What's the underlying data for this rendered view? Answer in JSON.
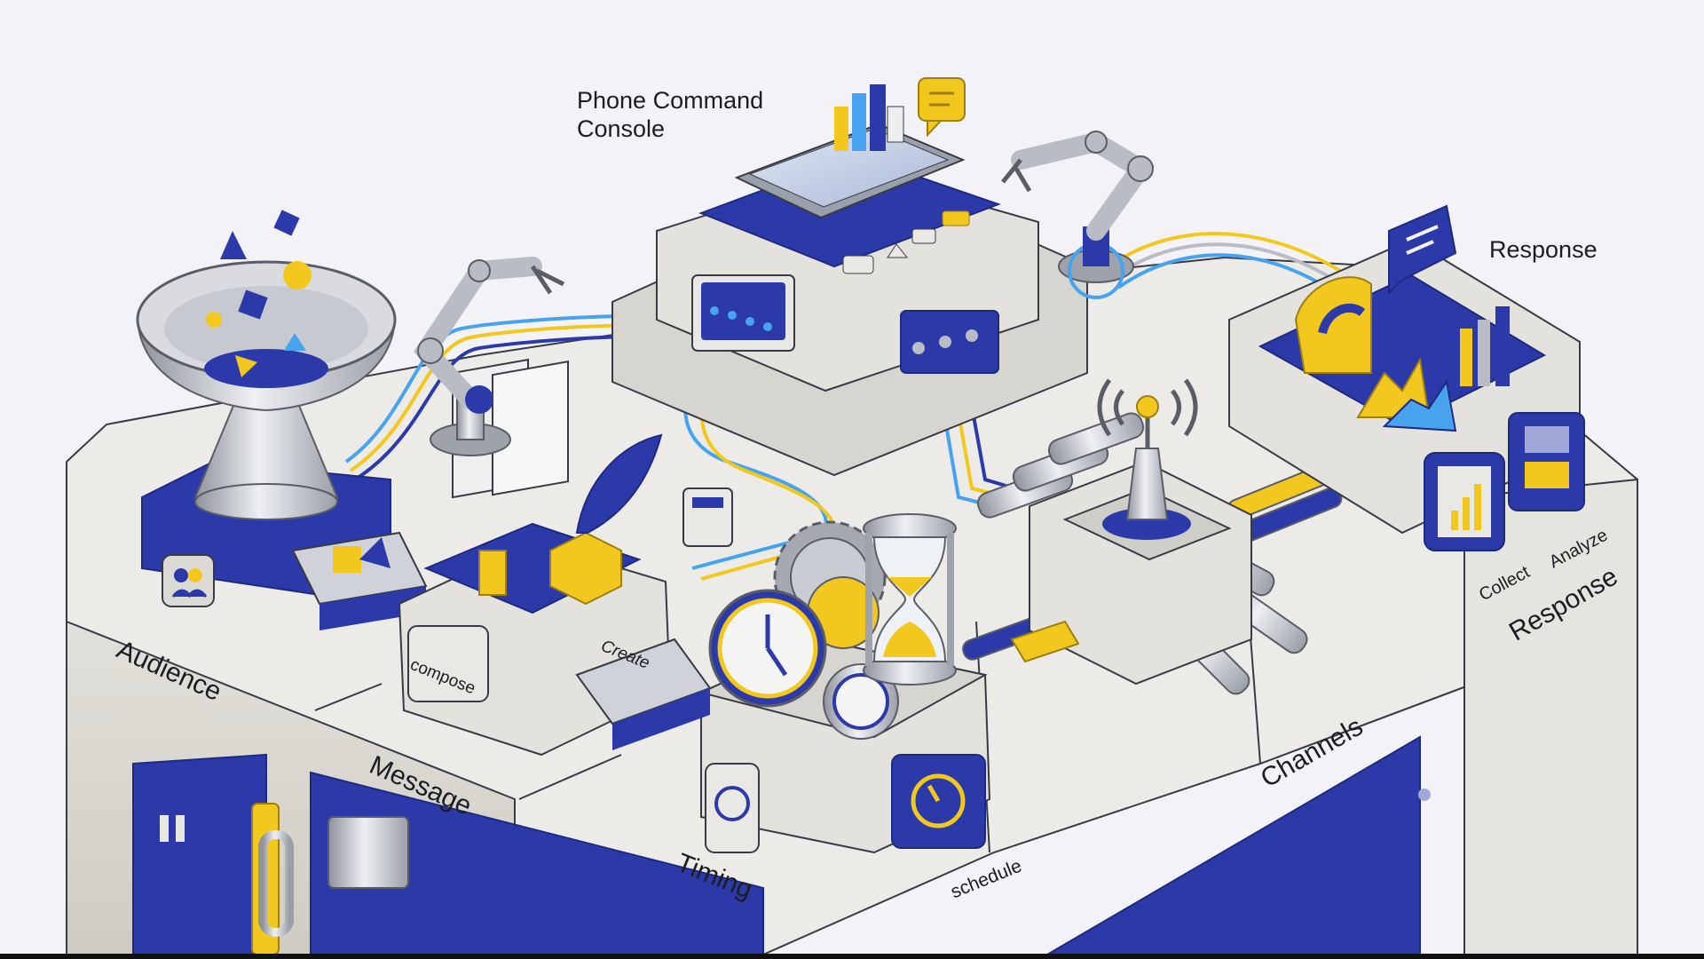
{
  "labels": {
    "phone_console": "Phone Command\nConsole",
    "response_top": "Response",
    "audience": "Audience",
    "message": "Message",
    "timing": "Timing",
    "channels": "Channels",
    "response_side": "Response",
    "collect": "Collect",
    "analyze": "Analyze",
    "compose": "compose",
    "create": "Create",
    "schedule": "schedule"
  },
  "colors": {
    "background": "#f3f3f7",
    "platform_top": "#ecebe8",
    "platform_side": "#dcdad4",
    "blue": "#2b3aa8",
    "yellow": "#f2c81e",
    "light_blue": "#47a3ee",
    "steel": "#b9bcc4",
    "outline": "#3a3a44"
  },
  "icons": {
    "funnel": "funnel-icon",
    "robot_arm": "robot-arm-icon",
    "phone": "phone-icon",
    "chat": "chat-bubble-icon",
    "quill": "quill-icon",
    "clock": "clock-icon",
    "hourglass": "hourglass-icon",
    "gears": "gears-icon",
    "antenna": "antenna-icon",
    "charts": "charts-icon",
    "cabinet": "file-cabinet-icon",
    "people": "people-icon"
  }
}
